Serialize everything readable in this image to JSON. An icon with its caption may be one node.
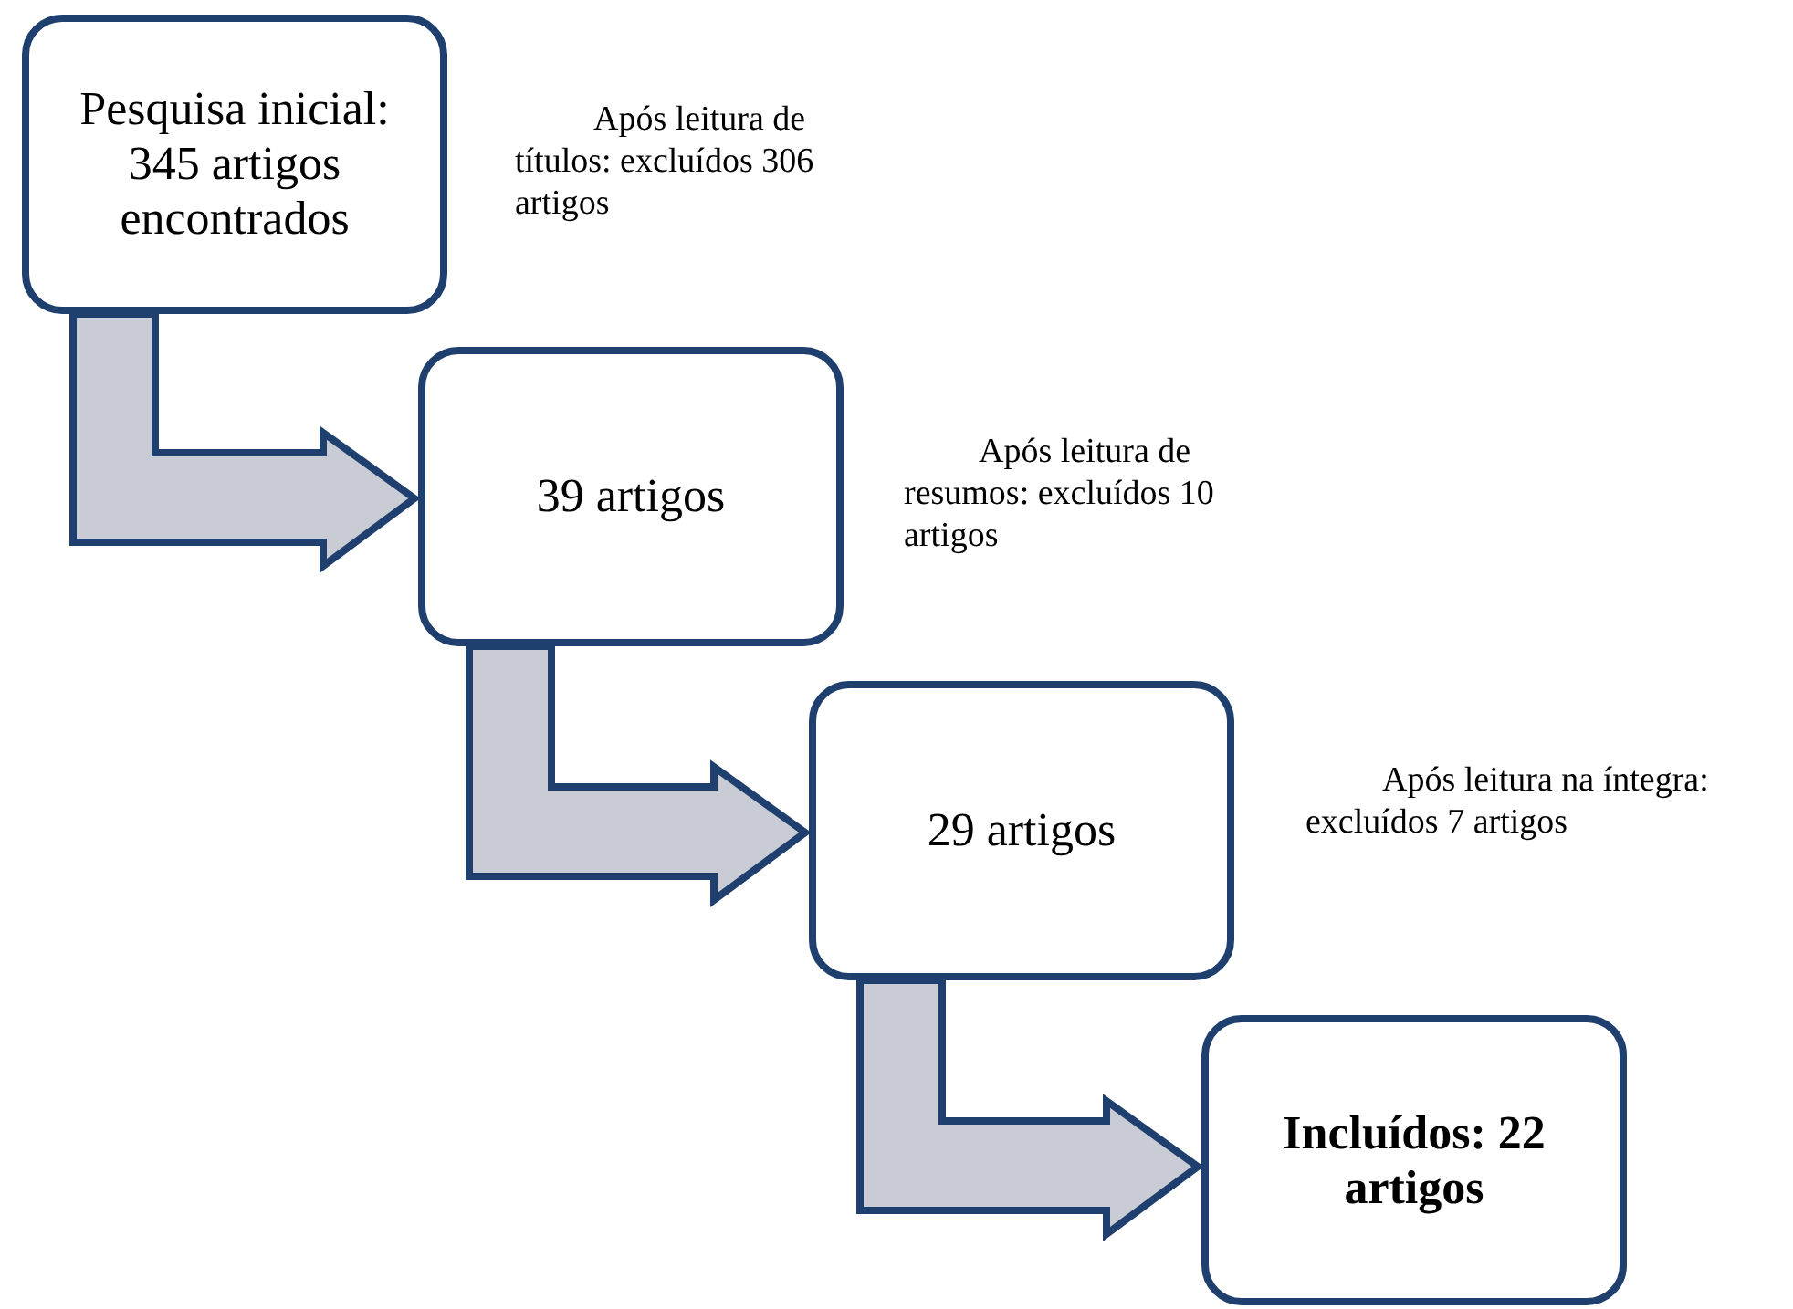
{
  "diagram": {
    "nodes": [
      {
        "text": [
          "Pesquisa inicial: 345 artigos encontrados"
        ]
      },
      {
        "text": [
          "39 artigos"
        ]
      },
      {
        "text": [
          "29 artigos"
        ]
      },
      {
        "text": [
          "Incluídos: 22 artigos"
        ]
      }
    ],
    "edges": [
      {
        "from": 0,
        "to": 1,
        "arrow": "to"
      },
      {
        "from": 1,
        "to": 2,
        "arrow": "to"
      },
      {
        "from": 2,
        "to": 3,
        "arrow": "to"
      }
    ],
    "labels": [
      "Após leitura de títulos: excluídos 306 artigos",
      "Após leitura de resumos: excluídos 10 artigos",
      "Após leitura na íntegra: excluídos 7 artigos"
    ]
  }
}
